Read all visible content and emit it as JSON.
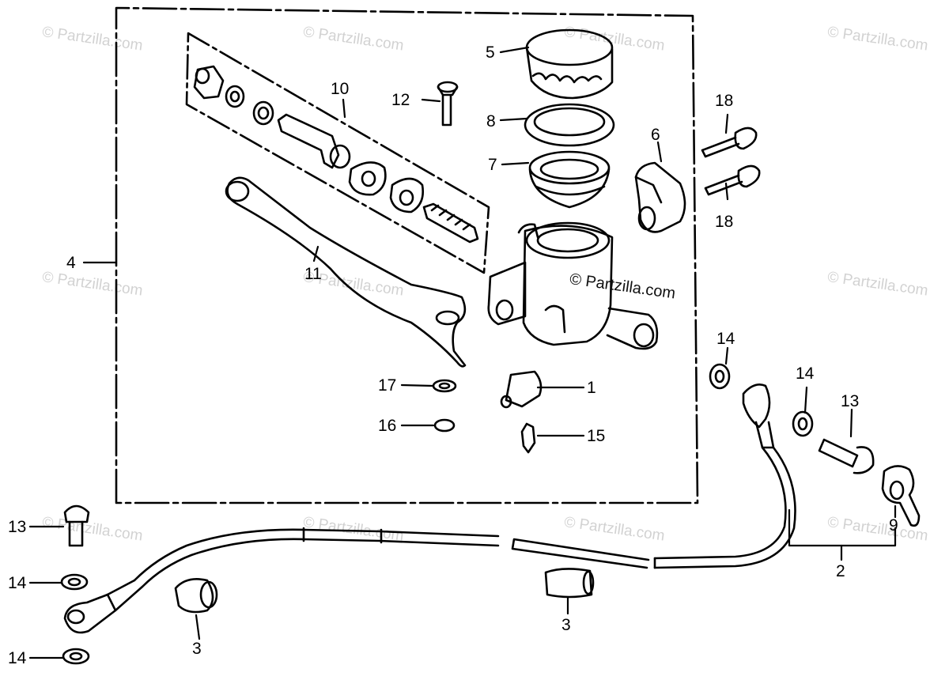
{
  "watermark_text": "© Partzilla.com",
  "watermark_primary_text": "© Partzilla.com",
  "callouts": [
    {
      "id": "c1",
      "label": "1"
    },
    {
      "id": "c2",
      "label": "2"
    },
    {
      "id": "c3a",
      "label": "3"
    },
    {
      "id": "c3b",
      "label": "3"
    },
    {
      "id": "c4",
      "label": "4"
    },
    {
      "id": "c5",
      "label": "5"
    },
    {
      "id": "c6",
      "label": "6"
    },
    {
      "id": "c7",
      "label": "7"
    },
    {
      "id": "c8",
      "label": "8"
    },
    {
      "id": "c9",
      "label": "9"
    },
    {
      "id": "c10",
      "label": "10"
    },
    {
      "id": "c11",
      "label": "11"
    },
    {
      "id": "c12",
      "label": "12"
    },
    {
      "id": "c13a",
      "label": "13"
    },
    {
      "id": "c13b",
      "label": "13"
    },
    {
      "id": "c14a",
      "label": "14"
    },
    {
      "id": "c14b",
      "label": "14"
    },
    {
      "id": "c14c",
      "label": "14"
    },
    {
      "id": "c14d",
      "label": "14"
    },
    {
      "id": "c15",
      "label": "15"
    },
    {
      "id": "c16",
      "label": "16"
    },
    {
      "id": "c17",
      "label": "17"
    },
    {
      "id": "c18a",
      "label": "18"
    },
    {
      "id": "c18b",
      "label": "18"
    }
  ],
  "colors": {
    "ink": "#000000",
    "watermark": "#d2d2d2",
    "background": "#ffffff"
  }
}
